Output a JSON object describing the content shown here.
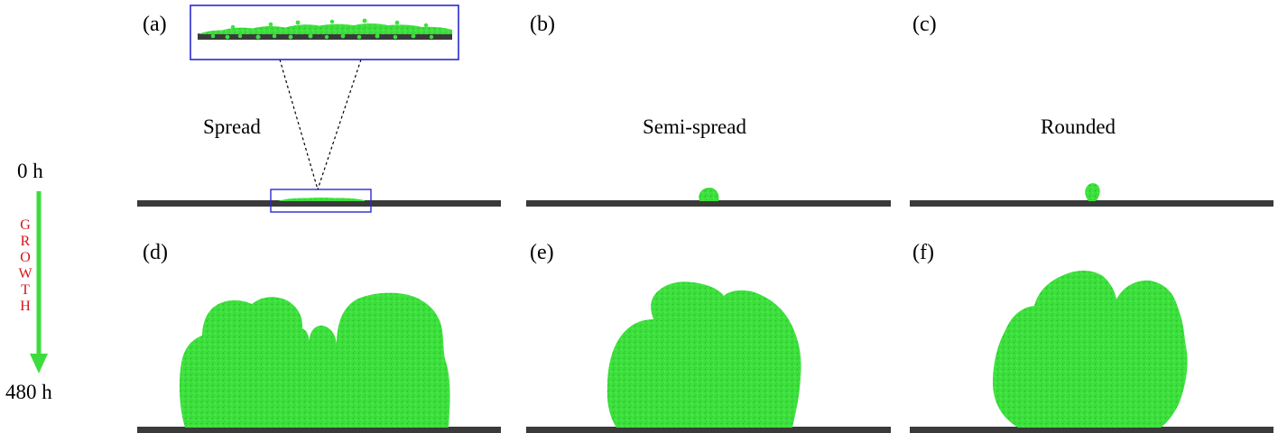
{
  "timeline": {
    "start_label": "0 h",
    "end_label": "480 h",
    "growth_letters": [
      "G",
      "R",
      "O",
      "W",
      "T",
      "H"
    ],
    "arrow_color": "#3ddc3d",
    "growth_color": "#d4141a"
  },
  "panels": {
    "a": {
      "label": "(a)",
      "title": "Spread"
    },
    "b": {
      "label": "(b)",
      "title": "Semi-spread"
    },
    "c": {
      "label": "(c)",
      "title": "Rounded"
    },
    "d": {
      "label": "(d)"
    },
    "e": {
      "label": "(e)"
    },
    "f": {
      "label": "(f)"
    }
  },
  "colors": {
    "cell_green": "#3de03d",
    "cell_dark": "#22b022",
    "substrate": "#3a3a3a",
    "inset_border": "#2a2ad0"
  }
}
